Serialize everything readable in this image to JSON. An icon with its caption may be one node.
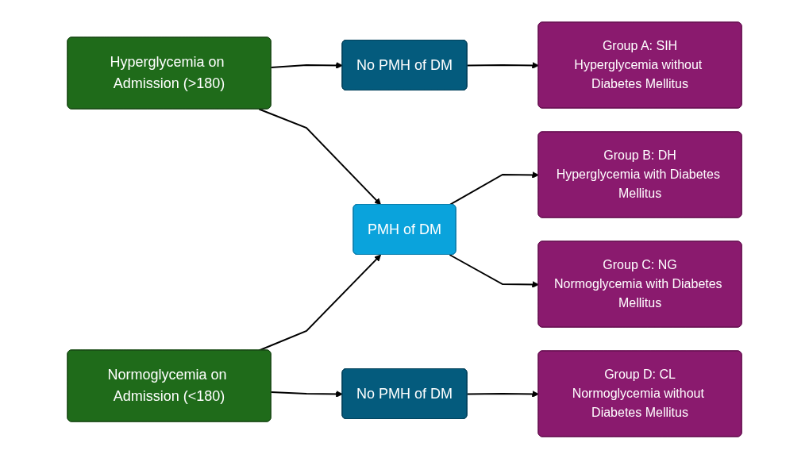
{
  "diagram": {
    "nodes": [
      {
        "text": [
          "Hyperglycemia on Admission (>180)"
        ]
      },
      {
        "text": [
          "Normoglycemia on Admission (<180)"
        ]
      },
      {
        "text": [
          "No PMH of DM"
        ]
      },
      {
        "text": [
          "PMH of DM"
        ]
      },
      {
        "text": [
          "No PMH of DM"
        ]
      },
      {
        "text": [
          "Group A: SIH",
          "Hyperglycemia without Diabetes Mellitus"
        ]
      },
      {
        "text": [
          "Group B: DH",
          "Hyperglycemia with Diabetes Mellitus"
        ]
      },
      {
        "text": [
          "Group C: NG",
          "Normoglycemia with Diabetes Mellitus"
        ]
      },
      {
        "text": [
          "Group D: CL",
          "Normoglycemia without Diabetes Mellitus"
        ]
      }
    ],
    "edges": [
      {
        "from": 0,
        "to": 2,
        "arrow": "to"
      },
      {
        "from": 0,
        "to": 3,
        "arrow": "to"
      },
      {
        "from": 1,
        "to": 3,
        "arrow": "to"
      },
      {
        "from": 1,
        "to": 4,
        "arrow": "to"
      },
      {
        "from": 2,
        "to": 5,
        "arrow": "to"
      },
      {
        "from": 3,
        "to": 6,
        "arrow": "to"
      },
      {
        "from": 3,
        "to": 7,
        "arrow": "to"
      },
      {
        "from": 4,
        "to": 8,
        "arrow": "to"
      }
    ]
  }
}
